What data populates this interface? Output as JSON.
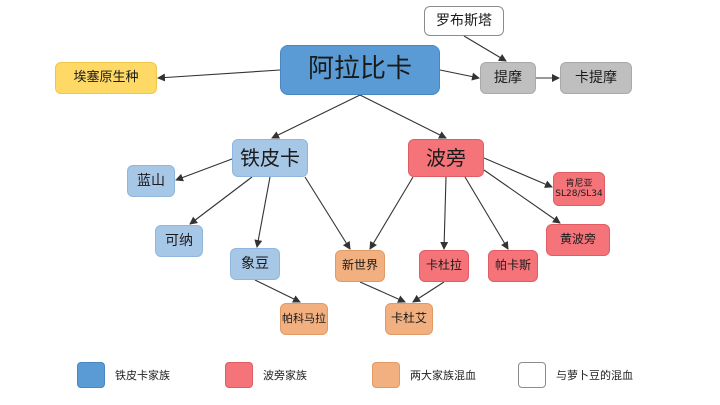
{
  "nodes": {
    "arabica": "阿拉比卡",
    "ethiopia_native": "埃塞原生种",
    "robusta": "罗布斯塔",
    "timor": "提摩",
    "catimor": "卡提摩",
    "typica": "铁皮卡",
    "bourbon": "波旁",
    "blue_mountain": "蓝山",
    "kona": "可纳",
    "maragogype": "象豆",
    "mundo_novo": "新世界",
    "caturra": "卡杜拉",
    "pacas": "帕卡斯",
    "yellow_bourbon": "黄波旁",
    "kenya_sl_line1": "肯尼亚",
    "kenya_sl_line2": "SL28/SL34",
    "pacamara": "帕科马拉",
    "catuai": "卡杜艾"
  },
  "legend": {
    "typica_family": "铁皮卡家族",
    "bourbon_family": "波旁家族",
    "hybrid_families": "两大家族混血",
    "robusta_hybrid": "与萝卜豆的混血"
  },
  "colors": {
    "blue_dark": "#5b9bd5",
    "blue_light": "#a7c7e7",
    "red": "#f4747a",
    "orange": "#f2b080",
    "yellow": "#ffd966",
    "gray": "#bfbfbf",
    "edge": "#333333"
  }
}
